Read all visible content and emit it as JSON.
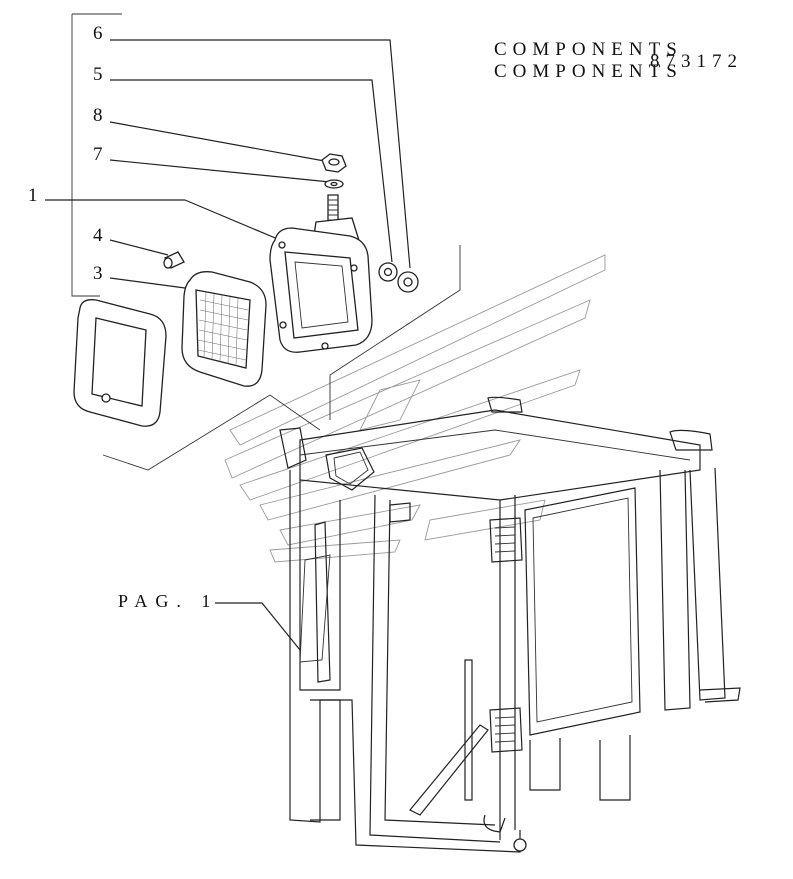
{
  "header": {
    "line1": "COMPONENTS",
    "line2": "COMPONENTS",
    "code": "873172"
  },
  "callouts": {
    "c6": "6",
    "c5": "5",
    "c8": "8",
    "c7": "7",
    "c1": "1",
    "c4": "4",
    "c3": "3"
  },
  "reference": {
    "label": "PAG. 1"
  }
}
